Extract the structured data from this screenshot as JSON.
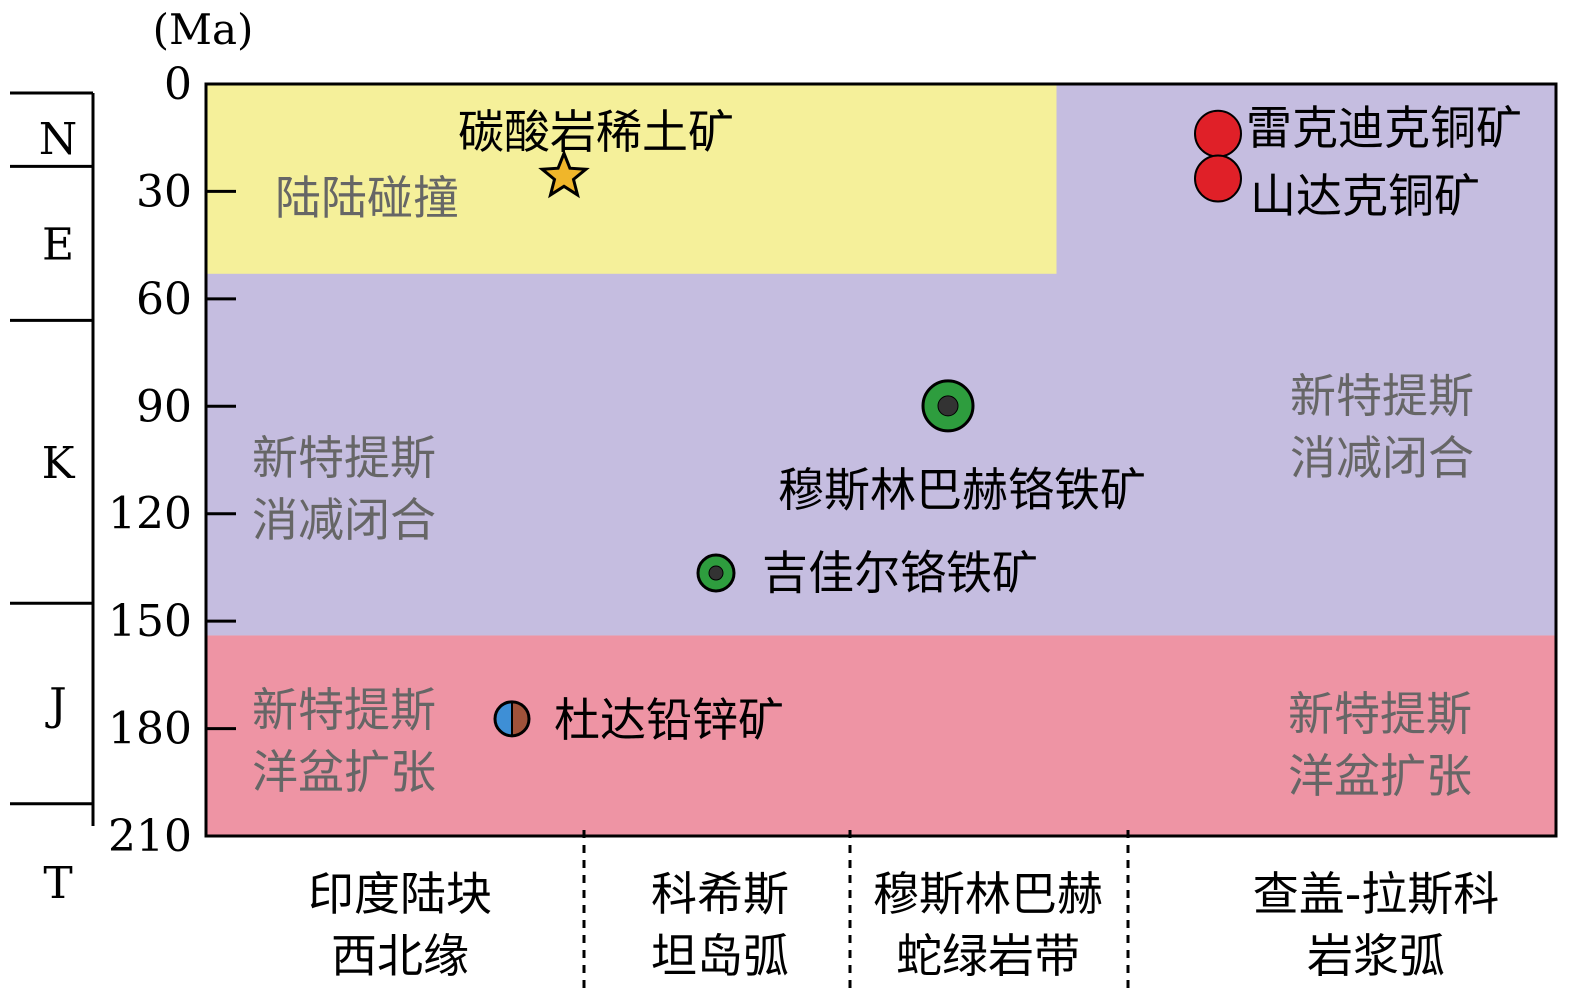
{
  "y_axis": {
    "unit": "(Ma)",
    "ticks": [
      "0",
      "30",
      "60",
      "90",
      "120",
      "150",
      "180",
      "210"
    ],
    "range": [
      0,
      210
    ]
  },
  "periods": [
    {
      "label": "N",
      "from": 0,
      "to": 23
    },
    {
      "label": "E",
      "from": 23,
      "to": 66
    },
    {
      "label": "K",
      "from": 66,
      "to": 145
    },
    {
      "label": "J",
      "from": 145,
      "to": 201
    },
    {
      "label": "T",
      "from": 201,
      "to": 220
    }
  ],
  "zones": [
    {
      "color": "#c5bde0",
      "x_from": 0,
      "x_to": 1,
      "age_from": 0,
      "age_to": 154
    },
    {
      "color": "#f5f09a",
      "x_from": 0,
      "x_to": 0.63,
      "age_from": 0,
      "age_to": 53
    },
    {
      "color": "#ee94a4",
      "x_from": 0,
      "x_to": 1,
      "age_from": 154,
      "age_to": 210
    }
  ],
  "regime_labels": {
    "collision": [
      "陆陆碰撞"
    ],
    "subduction_left": [
      "新特提斯",
      "消减闭合"
    ],
    "subduction_right": [
      "新特提斯",
      "消减闭合"
    ],
    "spreading_left": [
      "新特提斯",
      "洋盆扩张"
    ],
    "spreading_right": [
      "新特提斯",
      "洋盆扩张"
    ]
  },
  "deposits": [
    {
      "name": "碳酸岩稀土矿",
      "age": 28,
      "symbol": "star"
    },
    {
      "name": "雷克迪克铜矿",
      "age": 15,
      "symbol": "red-circle"
    },
    {
      "name": "山达克铜矿",
      "age": 25,
      "symbol": "red-circle"
    },
    {
      "name": "穆斯林巴赫铬铁矿",
      "age": 91,
      "symbol": "green-ring"
    },
    {
      "name": "吉佳尔铬铁矿",
      "age": 136,
      "symbol": "green-ring"
    },
    {
      "name": "杜达铅锌矿",
      "age": 177,
      "symbol": "half-circle"
    }
  ],
  "columns": [
    [
      "印度陆块",
      "西北缘"
    ],
    [
      "科希斯",
      "坦岛弧"
    ],
    [
      "穆斯林巴赫",
      "蛇绿岩带"
    ],
    [
      "查盖-拉斯科",
      "岩浆弧"
    ]
  ],
  "colors": {
    "subduction": "#c5bde0",
    "collision": "#f5f09a",
    "spreading": "#ee94a4",
    "copper": "#e02028",
    "chromite": "#2e9d3e",
    "star": "#f0b62a",
    "lead_blue": "#3e8fd6",
    "zinc_brown": "#a0523a"
  }
}
